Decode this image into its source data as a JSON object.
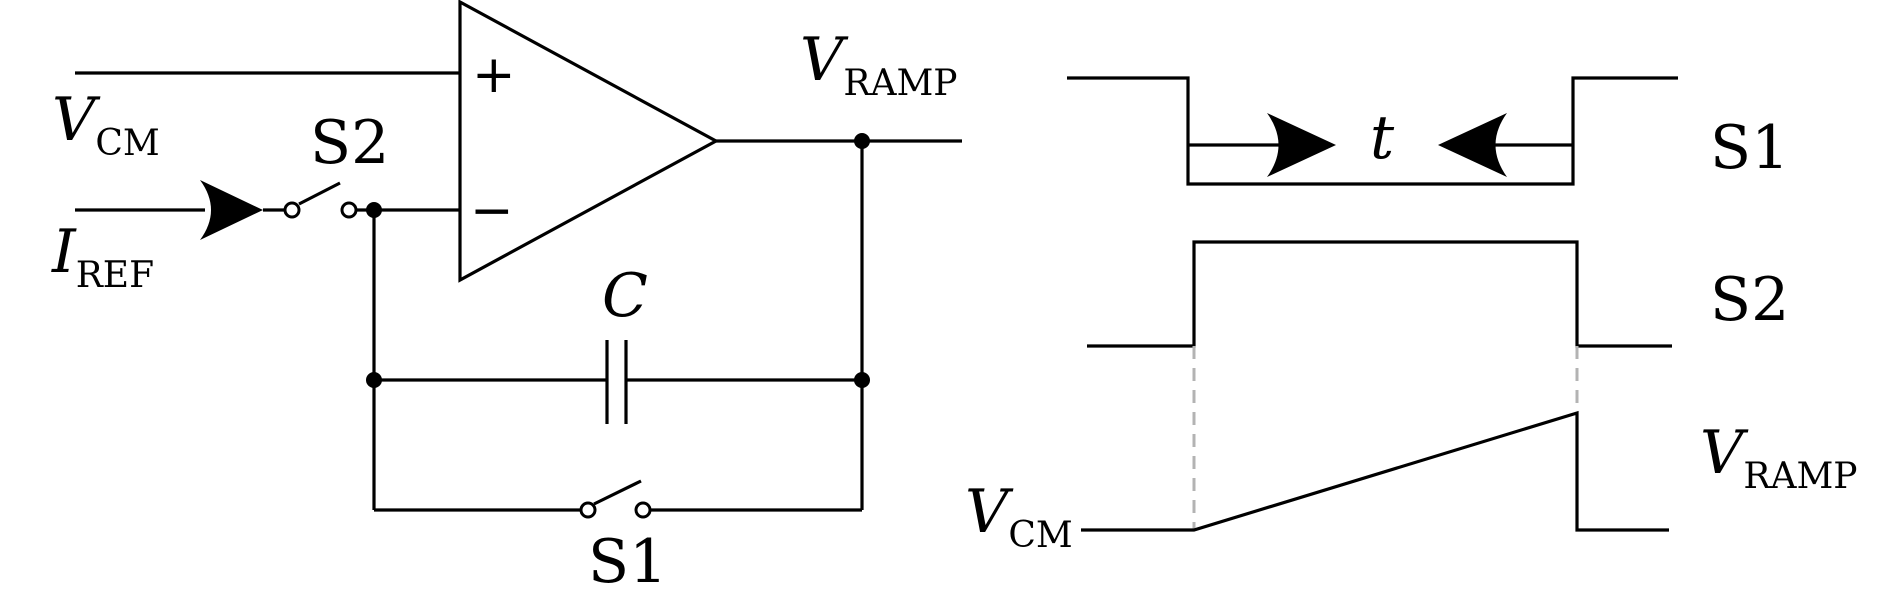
{
  "circuit": {
    "vcm_label": {
      "main": "V",
      "sub": "CM"
    },
    "iref_label": {
      "main": "I",
      "sub": "REF"
    },
    "vramp_label": {
      "main": "V",
      "sub": "RAMP"
    },
    "switch_s2_label": "S2",
    "switch_s1_label": "S1",
    "capacitor_label": "C",
    "opamp_plus": "+",
    "opamp_minus": "−"
  },
  "timing": {
    "s1_label": "S1",
    "s2_label": "S2",
    "interval_label": "t",
    "vramp_label": {
      "main": "V",
      "sub": "RAMP"
    },
    "vcm_label": {
      "main": "V",
      "sub": "CM"
    }
  }
}
